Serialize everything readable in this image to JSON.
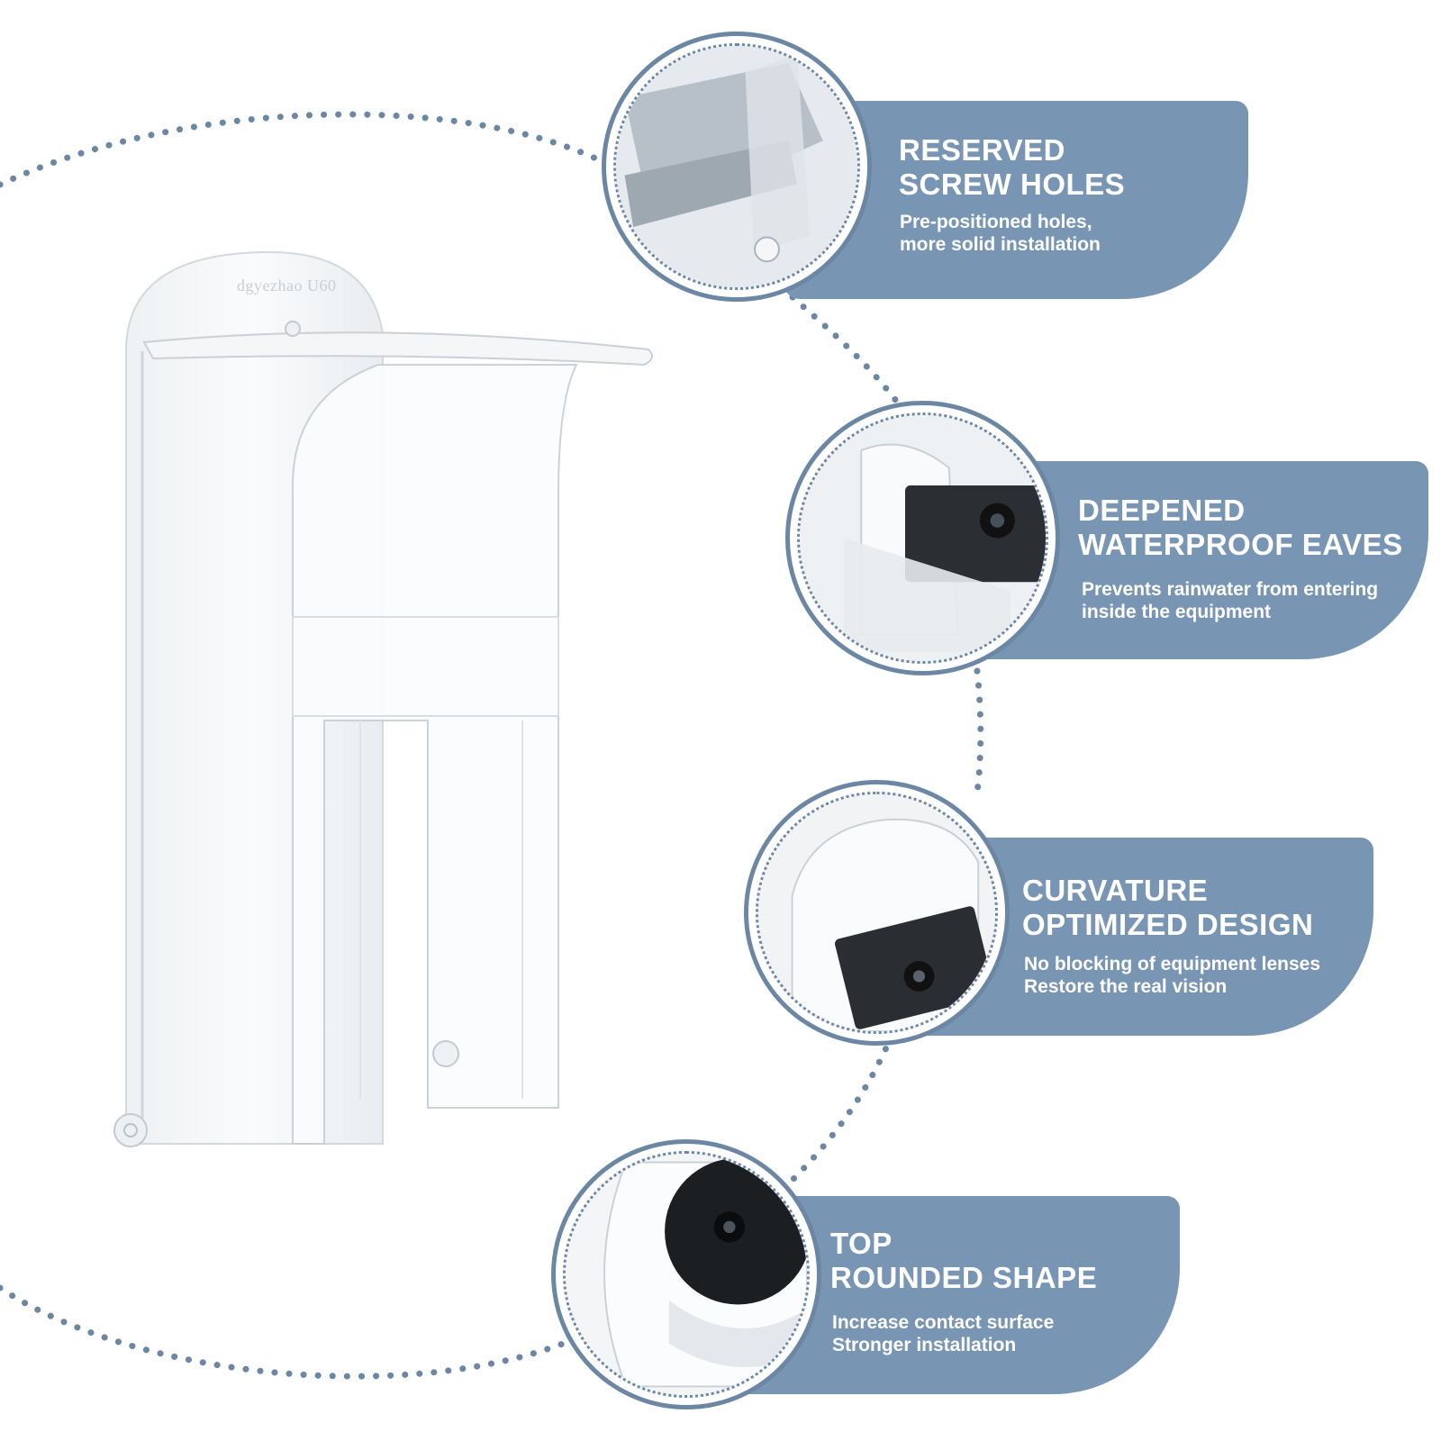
{
  "product": {
    "brand_mark": "dgyezhao U60"
  },
  "colors": {
    "card_background": "#7895b3",
    "bubble_border": "#6c87a3",
    "dotted_line": "#6c87a3",
    "text": "#ffffff"
  },
  "features": [
    {
      "title_line1": "RESERVED",
      "title_line2": "SCREW HOLES",
      "desc_line1": "Pre-positioned holes,",
      "desc_line2": "more solid installation",
      "icon": "screw-hole-closeup"
    },
    {
      "title_line1": "DEEPENED",
      "title_line2": "WATERPROOF EAVES",
      "desc_line1": "Prevents rainwater from entering",
      "desc_line2": "inside the equipment",
      "icon": "eaves-closeup"
    },
    {
      "title_line1": "CURVATURE",
      "title_line2": "OPTIMIZED DESIGN",
      "desc_line1": "No blocking of equipment lenses",
      "desc_line2": "Restore the real vision",
      "icon": "curvature-closeup"
    },
    {
      "title_line1": "TOP",
      "title_line2": "ROUNDED SHAPE",
      "desc_line1": "Increase contact surface",
      "desc_line2": "Stronger installation",
      "icon": "rounded-top-closeup"
    }
  ]
}
